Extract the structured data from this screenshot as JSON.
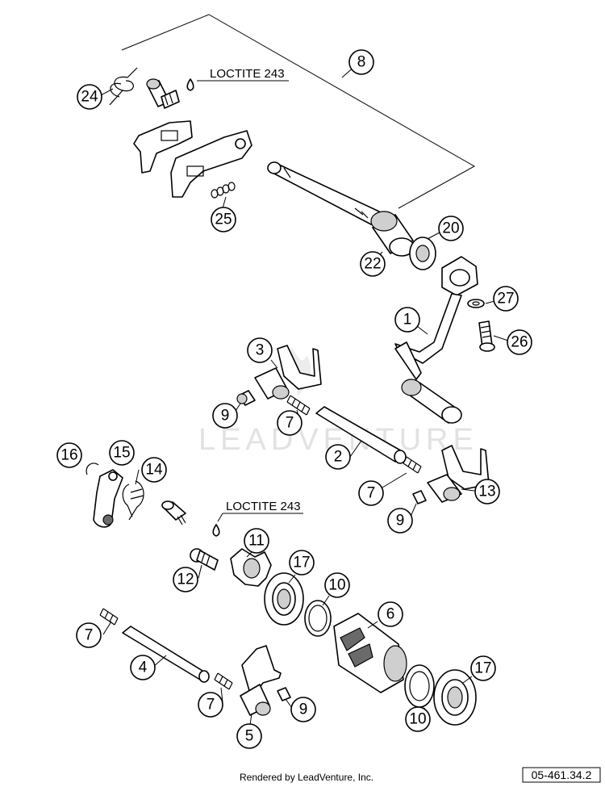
{
  "notes": {
    "loctite_top": "LOCTITE 243",
    "loctite_mid": "LOCTITE 243"
  },
  "callouts": {
    "c8": "8",
    "c24": "24",
    "c25": "25",
    "c20": "20",
    "c22": "22",
    "c1": "1",
    "c27": "27",
    "c26": "26",
    "c3": "3",
    "c9a": "9",
    "c7a": "7",
    "c2": "2",
    "c16": "16",
    "c15": "15",
    "c14": "14",
    "c7b": "7",
    "c13": "13",
    "c9b": "9",
    "c11": "11",
    "c12": "12",
    "c17a": "17",
    "c10a": "10",
    "c6": "6",
    "c7c": "7",
    "c4": "4",
    "c17b": "17",
    "c7d": "7",
    "c9c": "9",
    "c5": "5",
    "c10b": "10"
  },
  "watermark": "LEADVENTURE",
  "footer": {
    "rendered_by": "Rendered by LeadVenture, Inc.",
    "reference": "05-461.34.2"
  }
}
